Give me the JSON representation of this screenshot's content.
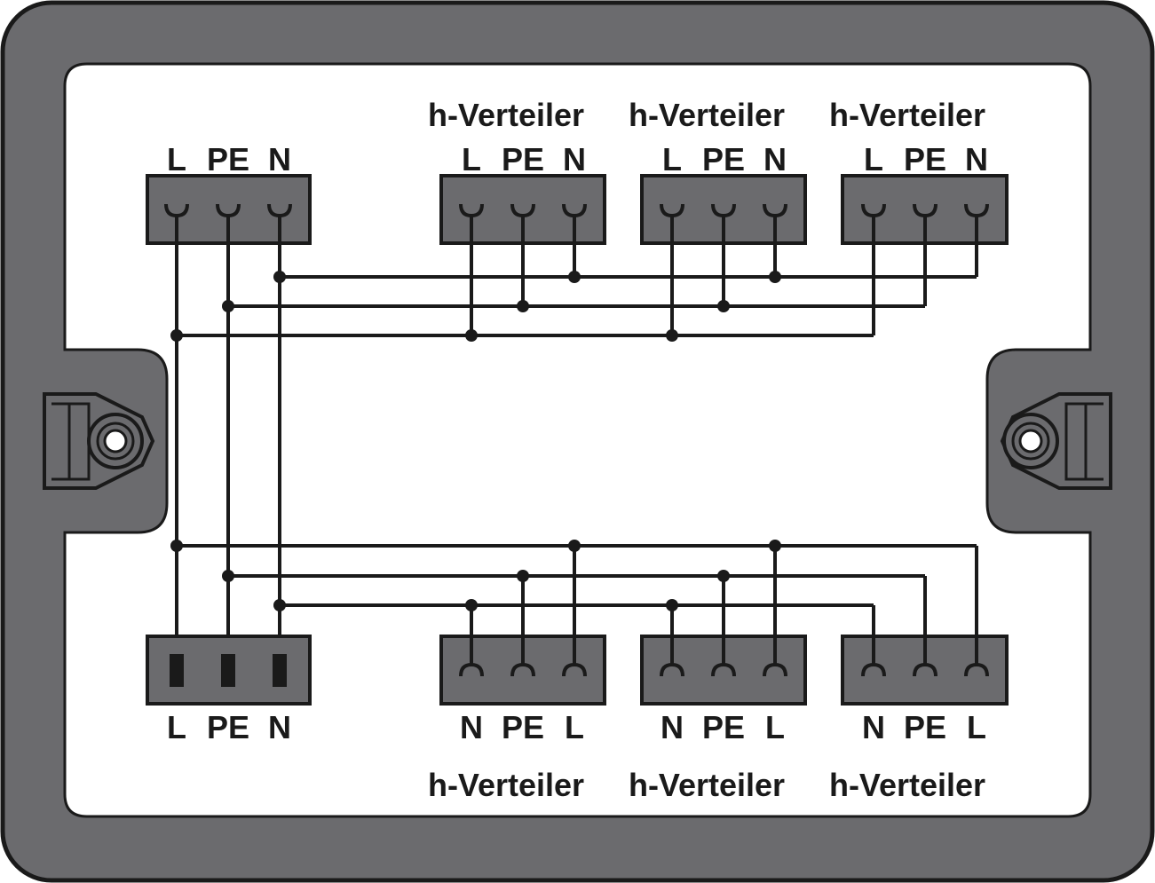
{
  "diagram": {
    "colors": {
      "housing": "#6b6b6e",
      "housing_outline": "#1a1a1a",
      "panel": "#ffffff",
      "terminal": "#6b6b6e",
      "wire": "#1a1a1a"
    },
    "top": {
      "input": {
        "pins": [
          "L",
          "PE",
          "N"
        ]
      },
      "outputs": [
        {
          "title": "h-Verteiler",
          "pins": [
            "L",
            "PE",
            "N"
          ]
        },
        {
          "title": "h-Verteiler",
          "pins": [
            "L",
            "PE",
            "N"
          ]
        },
        {
          "title": "h-Verteiler",
          "pins": [
            "L",
            "PE",
            "N"
          ]
        }
      ]
    },
    "bottom": {
      "input": {
        "pins": [
          "L",
          "PE",
          "N"
        ]
      },
      "outputs": [
        {
          "title": "h-Verteiler",
          "pins": [
            "N",
            "PE",
            "L"
          ]
        },
        {
          "title": "h-Verteiler",
          "pins": [
            "N",
            "PE",
            "L"
          ]
        },
        {
          "title": "h-Verteiler",
          "pins": [
            "N",
            "PE",
            "L"
          ]
        }
      ]
    }
  }
}
